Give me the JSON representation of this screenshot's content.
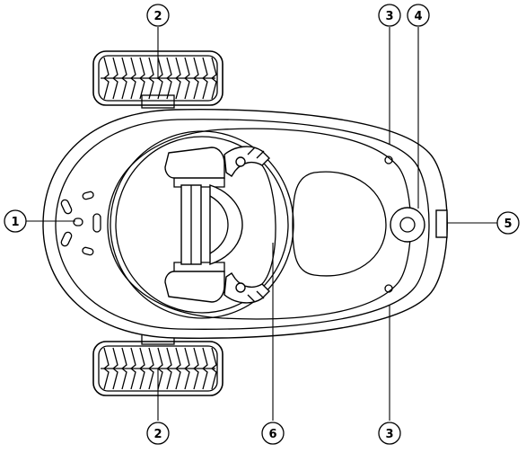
{
  "diagram": {
    "callouts": [
      {
        "id": "c1",
        "label": "1"
      },
      {
        "id": "c2_top",
        "label": "2"
      },
      {
        "id": "c2_bottom",
        "label": "2"
      },
      {
        "id": "c3_top",
        "label": "3"
      },
      {
        "id": "c3_bottom",
        "label": "3"
      },
      {
        "id": "c4",
        "label": "4"
      },
      {
        "id": "c5",
        "label": "5"
      },
      {
        "id": "c6",
        "label": "6"
      }
    ],
    "parts": [
      "front-grille",
      "wheel",
      "sensor-hole",
      "center-knob",
      "side-switch",
      "battery-compartment",
      "robot-hand",
      "round-lid"
    ]
  }
}
